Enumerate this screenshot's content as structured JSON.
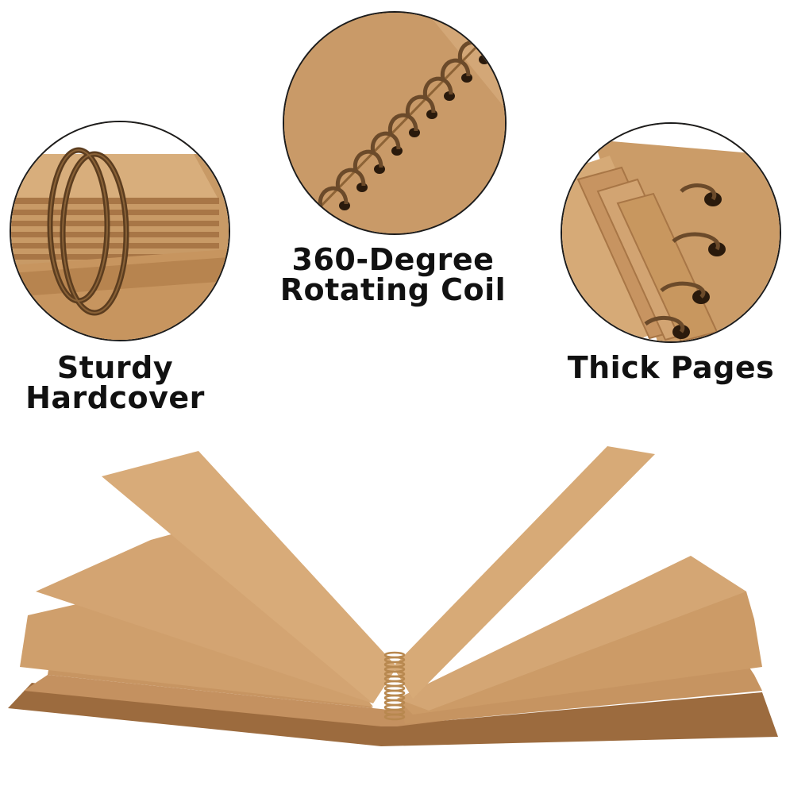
{
  "features": {
    "hardcover": {
      "line1": "Sturdy",
      "line2": "Hardcover"
    },
    "coil": {
      "line1": "360-Degree",
      "line2": "Rotating Coil"
    },
    "pages": {
      "line1": "Thick Pages"
    }
  },
  "colors": {
    "kraft_light": "#d2a574",
    "kraft_mid": "#c29060",
    "kraft_dark": "#9c6b3e",
    "coil_metal": "#6b4a2a",
    "outline": "#1c1c1c",
    "text": "#111111"
  }
}
